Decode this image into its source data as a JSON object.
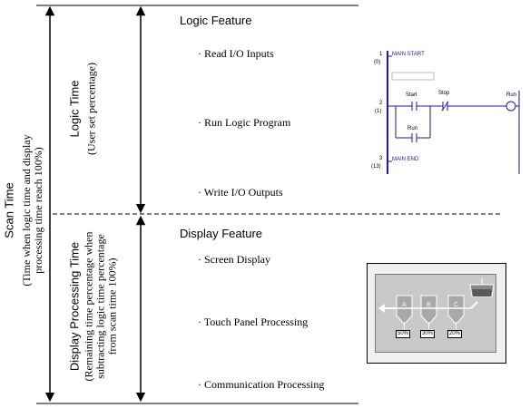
{
  "scan_time": {
    "label": "Scan Time",
    "note_line1": "(Time when logic time and display",
    "note_line2": "processing time reach 100%)"
  },
  "logic_time": {
    "label": "Logic Time",
    "note": "(User set percentage)"
  },
  "display_time": {
    "label": "Display Processing Time",
    "note_line1": "(Remaining time percentage when",
    "note_line2": "subtracting logic time percentage",
    "note_line3": "from scan time 100%)"
  },
  "logic_feature": {
    "title": "Logic Feature",
    "items": [
      "· Read I/O Inputs",
      "· Run Logic Program",
      "· Write I/O Outputs"
    ]
  },
  "display_feature": {
    "title": "Display Feature",
    "items": [
      "· Screen Display",
      "· Touch Panel Processing",
      "· Communication Processing"
    ]
  },
  "ladder": {
    "rung1_num": "1",
    "rung1_addr": "(0)",
    "main_start": "MAIN START",
    "rung2_num": "2",
    "rung2_addr": "(1)",
    "start": "Start",
    "stop": "Stop",
    "run_coil": "Run",
    "run_contact": "Run",
    "rung3_num": "3",
    "rung3_addr": "(13)",
    "main_end": "MAIN END",
    "colors": {
      "rail": "#1a1aa8",
      "contact": "#1a1aa8"
    }
  },
  "panel": {
    "tanks": [
      "A",
      "B",
      "C"
    ],
    "percents": [
      "50%",
      "30%",
      "20%"
    ],
    "colors": {
      "screen": "#c8c8c8",
      "tank": "#a8a8a8",
      "frame": "#f0f0f0"
    }
  }
}
